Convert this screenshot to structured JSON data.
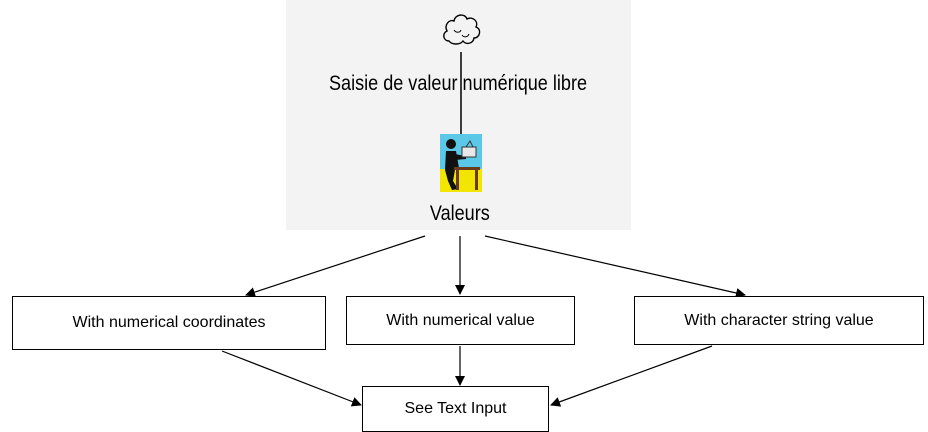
{
  "top_node": {
    "label": "Saisie de valeur numérique libre",
    "icon": "cloud-icon"
  },
  "middle_node": {
    "label": "Valeurs",
    "icon": "worker-at-desk-icon"
  },
  "branches": [
    {
      "label": "With numerical coordinates"
    },
    {
      "label": "With numerical value"
    },
    {
      "label": "With character string value"
    }
  ],
  "bottom_node": {
    "label": "See Text Input"
  },
  "colors": {
    "panel": "#f3f3f3",
    "icon_background": "#5bc8e8",
    "desk": "#f2e600",
    "line": "#000000"
  }
}
